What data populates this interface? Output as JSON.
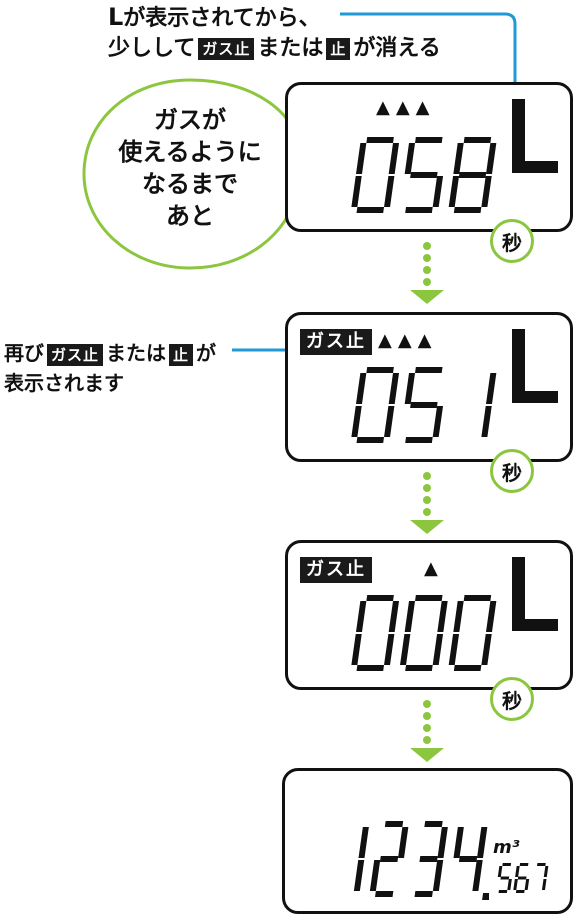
{
  "top_note": {
    "line1_prefix": "L",
    "line1_rest": "が表示されてから、",
    "line2_a": "少しして",
    "line2_badge1": "ガス止",
    "line2_b": "または",
    "line2_badge2": "止",
    "line2_c": "が消える"
  },
  "bubble": {
    "lines": [
      "ガスが",
      "使えるように",
      "なるまで",
      "あと"
    ]
  },
  "side_note": {
    "line1_a": "再び",
    "line1_badge1": "ガス止",
    "line1_b": "または",
    "line1_badge2": "止",
    "line1_c": "が",
    "line2": "表示されます"
  },
  "panels": [
    {
      "indicator": "▲▲▲",
      "gas_label": "",
      "digits": "058",
      "letter": "L",
      "seconds": "秒"
    },
    {
      "indicator": "▲▲▲",
      "gas_label": "ガス止",
      "digits": "051",
      "letter": "L",
      "seconds": "秒"
    },
    {
      "indicator": "▲",
      "gas_label": "ガス止",
      "digits": "000",
      "letter": "L",
      "seconds": "秒"
    }
  ],
  "final_panel": {
    "reading_main": "1234.",
    "unit": "m³",
    "reading_decimal": "567"
  },
  "colors": {
    "callout_line": "#1f9ad6",
    "arrow": "#8cc63f",
    "bubble_border": "#8cc63f",
    "panel_border": "#111111",
    "label_bg": "#1a1a1a"
  }
}
